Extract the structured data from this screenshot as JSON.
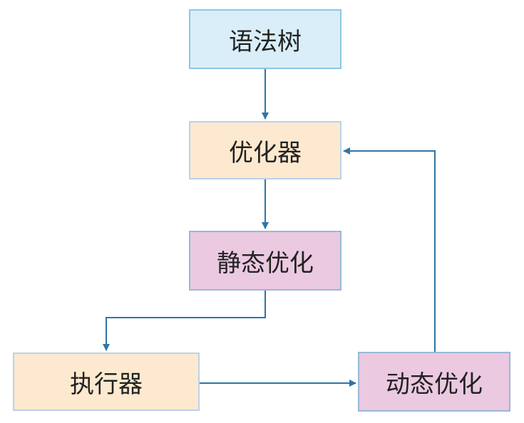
{
  "nodes": {
    "syntax_tree": "语法树",
    "optimizer": "优化器",
    "static_opt": "静态优化",
    "executor": "执行器",
    "dynamic_opt": "动态优化"
  },
  "colors": {
    "arrow": "#2e75a6",
    "syntax_tree_fill": "#d9eef8",
    "optimizer_fill": "#fde9cf",
    "optimization_fill": "#ebc9e1"
  }
}
